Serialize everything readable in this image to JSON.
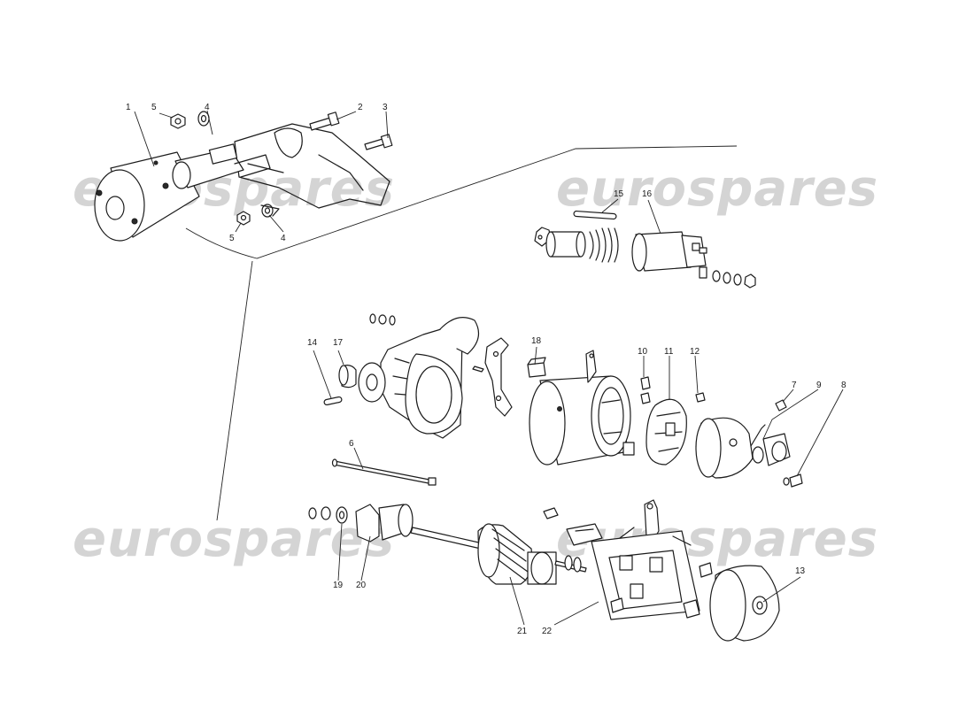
{
  "watermark": {
    "text": "eurospares",
    "color": "#d4d4d4"
  },
  "callouts": [
    {
      "id": "c1",
      "text": "1"
    },
    {
      "id": "c2",
      "text": "2"
    },
    {
      "id": "c3",
      "text": "3"
    },
    {
      "id": "c4a",
      "text": "4"
    },
    {
      "id": "c4b",
      "text": "4"
    },
    {
      "id": "c5a",
      "text": "5"
    },
    {
      "id": "c5b",
      "text": "5"
    },
    {
      "id": "c6",
      "text": "6"
    },
    {
      "id": "c7",
      "text": "7"
    },
    {
      "id": "c8",
      "text": "8"
    },
    {
      "id": "c9",
      "text": "9"
    },
    {
      "id": "c10",
      "text": "10"
    },
    {
      "id": "c11",
      "text": "11"
    },
    {
      "id": "c12",
      "text": "12"
    },
    {
      "id": "c13",
      "text": "13"
    },
    {
      "id": "c14",
      "text": "14"
    },
    {
      "id": "c15",
      "text": "15"
    },
    {
      "id": "c16",
      "text": "16"
    },
    {
      "id": "c17",
      "text": "17"
    },
    {
      "id": "c18",
      "text": "18"
    },
    {
      "id": "c19",
      "text": "19"
    },
    {
      "id": "c20",
      "text": "20"
    },
    {
      "id": "c21",
      "text": "21"
    },
    {
      "id": "c22",
      "text": "22"
    }
  ],
  "colors": {
    "line": "#1c1c1c",
    "background": "#ffffff"
  }
}
